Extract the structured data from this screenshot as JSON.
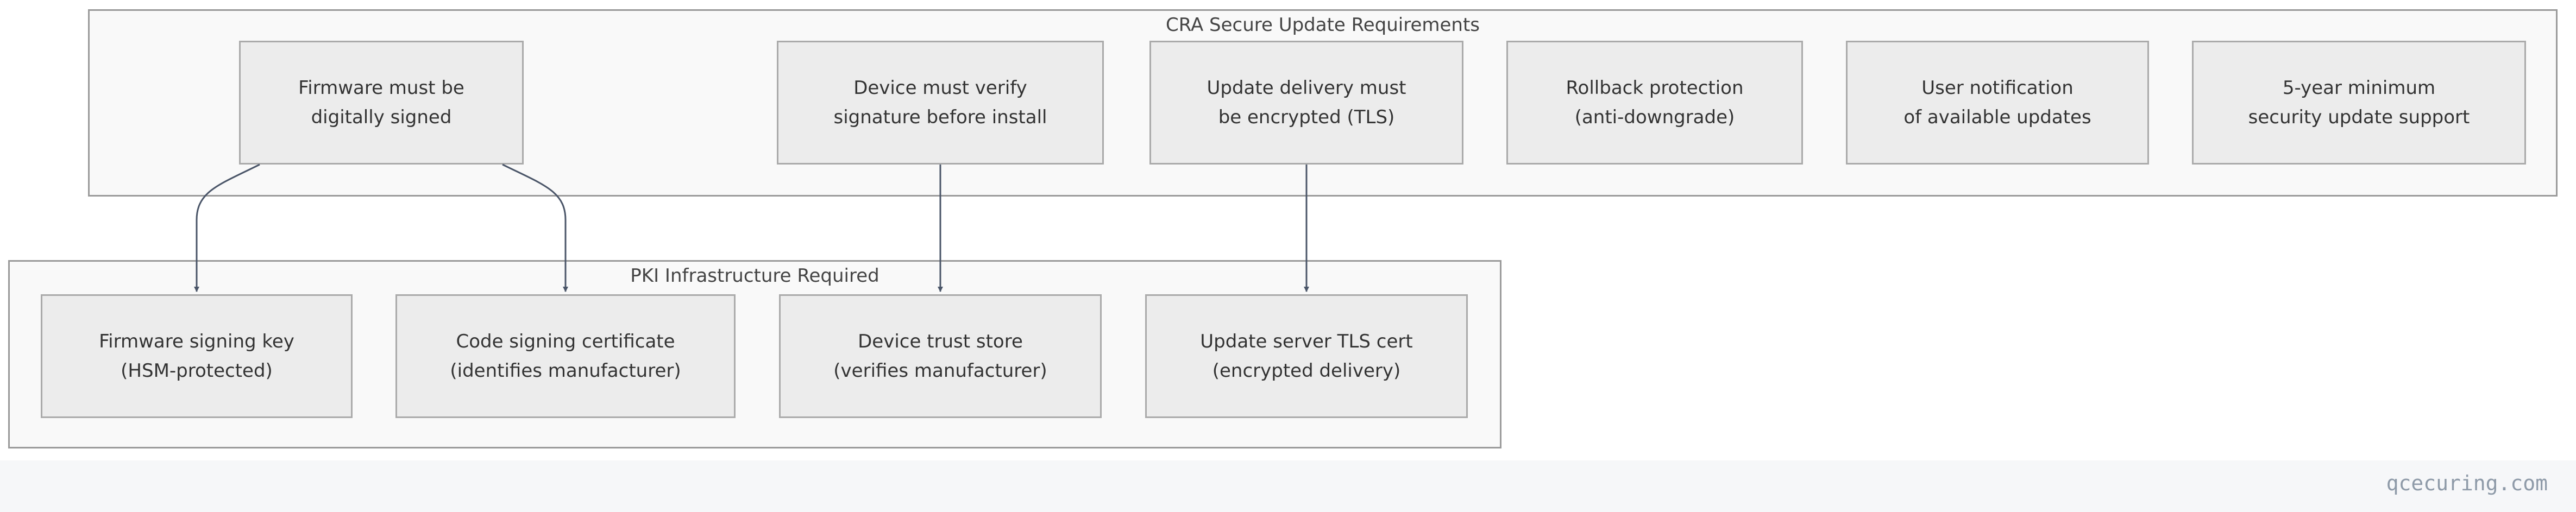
{
  "clusters": {
    "cra": {
      "title": "CRA Secure Update Requirements"
    },
    "pki": {
      "title": "PKI Infrastructure Required"
    }
  },
  "nodes": {
    "firmware_signed": {
      "line1": "Firmware must be",
      "line2": "digitally signed"
    },
    "device_verify": {
      "line1": "Device must verify",
      "line2": "signature before install"
    },
    "update_encrypted": {
      "line1": "Update delivery must",
      "line2": "be encrypted (TLS)"
    },
    "rollback": {
      "line1": "Rollback protection",
      "line2": "(anti-downgrade)"
    },
    "user_notification": {
      "line1": "User notification",
      "line2": "of available updates"
    },
    "support_5yr": {
      "line1": "5-year minimum",
      "line2": "security update support"
    },
    "signing_key": {
      "line1": "Firmware signing key",
      "line2": "(HSM-protected)"
    },
    "code_cert": {
      "line1": "Code signing certificate",
      "line2": "(identifies manufacturer)"
    },
    "trust_store": {
      "line1": "Device trust store",
      "line2": "(verifies manufacturer)"
    },
    "tls_cert": {
      "line1": "Update server TLS cert",
      "line2": "(encrypted delivery)"
    }
  },
  "edges": [
    {
      "from": "firmware_signed",
      "to": "signing_key"
    },
    {
      "from": "firmware_signed",
      "to": "code_cert"
    },
    {
      "from": "device_verify",
      "to": "trust_store"
    },
    {
      "from": "update_encrypted",
      "to": "tls_cert"
    }
  ],
  "colors": {
    "edge": "#4a5568",
    "node_fill": "#ececec",
    "node_border": "#aaaaaa",
    "cluster_fill": "#f9f9f9",
    "cluster_border": "#9a9a9a"
  },
  "watermark": "qcecuring.com"
}
